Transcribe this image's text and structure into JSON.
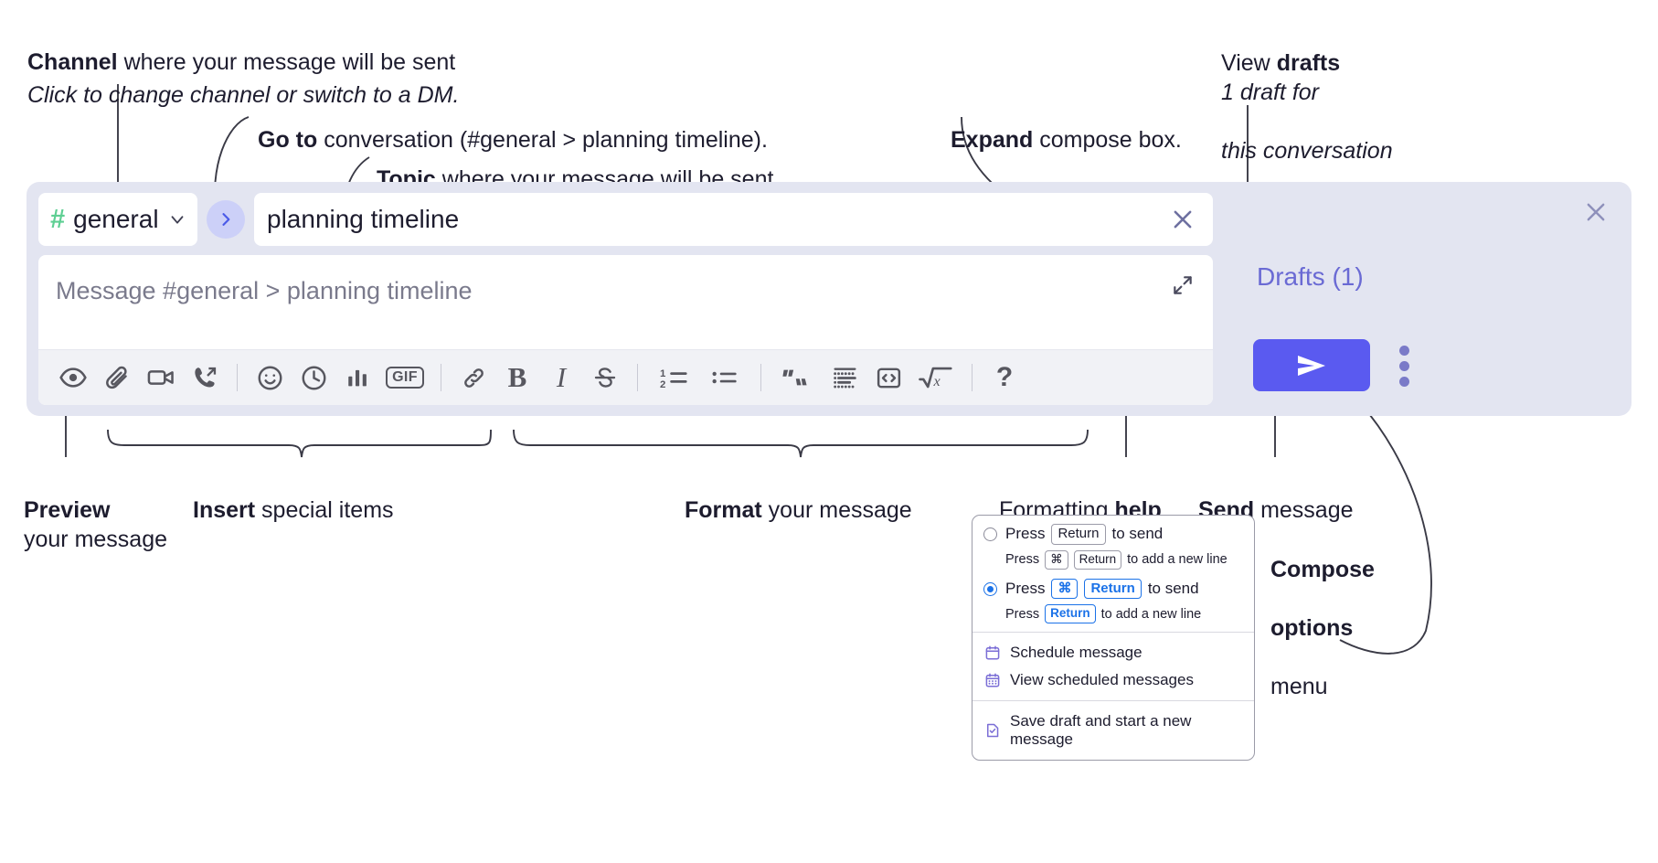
{
  "annotations": {
    "channel": {
      "bold": "Channel",
      "rest": " where your message will be sent",
      "sub": "Click to change channel or switch to a DM."
    },
    "goto": {
      "bold": "Go to",
      "rest": " conversation (#general > planning timeline)."
    },
    "topic": {
      "bold": "Topic",
      "rest": " where your message will be sent"
    },
    "expand": {
      "bold": "Expand",
      "rest": " compose box."
    },
    "drafts": {
      "pre": "View ",
      "bold": "drafts",
      "sub1": "1 draft for",
      "sub2": "this conversation"
    },
    "preview": {
      "bold": "Preview",
      "sub": "your message"
    },
    "insert": {
      "bold": "Insert",
      "rest": " special items"
    },
    "format": {
      "bold": "Format",
      "rest": " your message"
    },
    "formatting_help": {
      "pre": "Formatting ",
      "bold": "help"
    },
    "send": {
      "bold": "Send",
      "rest": " message"
    },
    "compose_options": {
      "bold1": "Compose",
      "bold2": "options",
      "rest": "menu"
    }
  },
  "compose": {
    "channel_name": "general",
    "channel_hash_icon": "hash-icon",
    "channel_hash_color": "#5ecf93",
    "channel_caret_icon": "chevron-down-icon",
    "goto_icon": "chevron-right-icon",
    "topic_value": "planning timeline",
    "topic_clear_icon": "close-icon",
    "message_placeholder": "Message #general > planning timeline",
    "expand_icon": "expand-icon",
    "panel_close_icon": "close-icon",
    "drafts_label": "Drafts (1)",
    "drafts_color": "#6a6ad4",
    "send_icon": "send-paper-plane-icon",
    "send_button_color": "#5a5af0",
    "kebab_icon": "more-vertical-icon",
    "toolbar": [
      {
        "name": "preview-icon",
        "label": "Preview"
      },
      {
        "name": "attachment-icon",
        "label": "Attach file"
      },
      {
        "name": "video-camera-icon",
        "label": "Video clip"
      },
      {
        "name": "phone-forward-icon",
        "label": "Audio clip"
      },
      {
        "name": "separator",
        "label": ""
      },
      {
        "name": "emoji-icon",
        "label": "Emoji"
      },
      {
        "name": "clock-icon",
        "label": "Reminder"
      },
      {
        "name": "bar-chart-icon",
        "label": "Poll"
      },
      {
        "name": "gif-icon",
        "label": "GIF"
      },
      {
        "name": "separator",
        "label": ""
      },
      {
        "name": "link-icon",
        "label": "Link"
      },
      {
        "name": "bold-icon",
        "label": "Bold"
      },
      {
        "name": "italic-icon",
        "label": "Italic"
      },
      {
        "name": "strikethrough-icon",
        "label": "Strikethrough"
      },
      {
        "name": "separator",
        "label": ""
      },
      {
        "name": "ordered-list-icon",
        "label": "Ordered list"
      },
      {
        "name": "bulleted-list-icon",
        "label": "Bulleted list"
      },
      {
        "name": "separator",
        "label": ""
      },
      {
        "name": "blockquote-icon",
        "label": "Blockquote"
      },
      {
        "name": "code-block-icon",
        "label": "Code block"
      },
      {
        "name": "code-icon",
        "label": "Code"
      },
      {
        "name": "math-icon",
        "label": "Math"
      },
      {
        "name": "separator",
        "label": ""
      },
      {
        "name": "help-icon",
        "label": "?"
      }
    ],
    "gif_label": "GIF",
    "bold_label": "B",
    "italic_label": "I",
    "help_label": "?"
  },
  "menu": {
    "option1": {
      "main_pre": "Press ",
      "main_key": "Return",
      "main_post": " to send",
      "sub_pre": "Press ",
      "sub_key1": "⌘",
      "sub_key2": "Return",
      "sub_post": " to add a new line",
      "selected": false
    },
    "option2": {
      "main_pre": "Press ",
      "main_key1": "⌘",
      "main_key2": "Return",
      "main_post": " to send",
      "sub_pre": "Press ",
      "sub_key": "Return",
      "sub_post": " to add a new line",
      "selected": true
    },
    "items": [
      {
        "icon": "calendar-icon",
        "label": "Schedule message"
      },
      {
        "icon": "calendar-grid-icon",
        "label": "View scheduled messages"
      },
      {
        "icon": "document-check-icon",
        "label": "Save draft and start a new message"
      }
    ],
    "accent_blue": "#1b72e8",
    "icon_purple": "#7b6ed6"
  }
}
